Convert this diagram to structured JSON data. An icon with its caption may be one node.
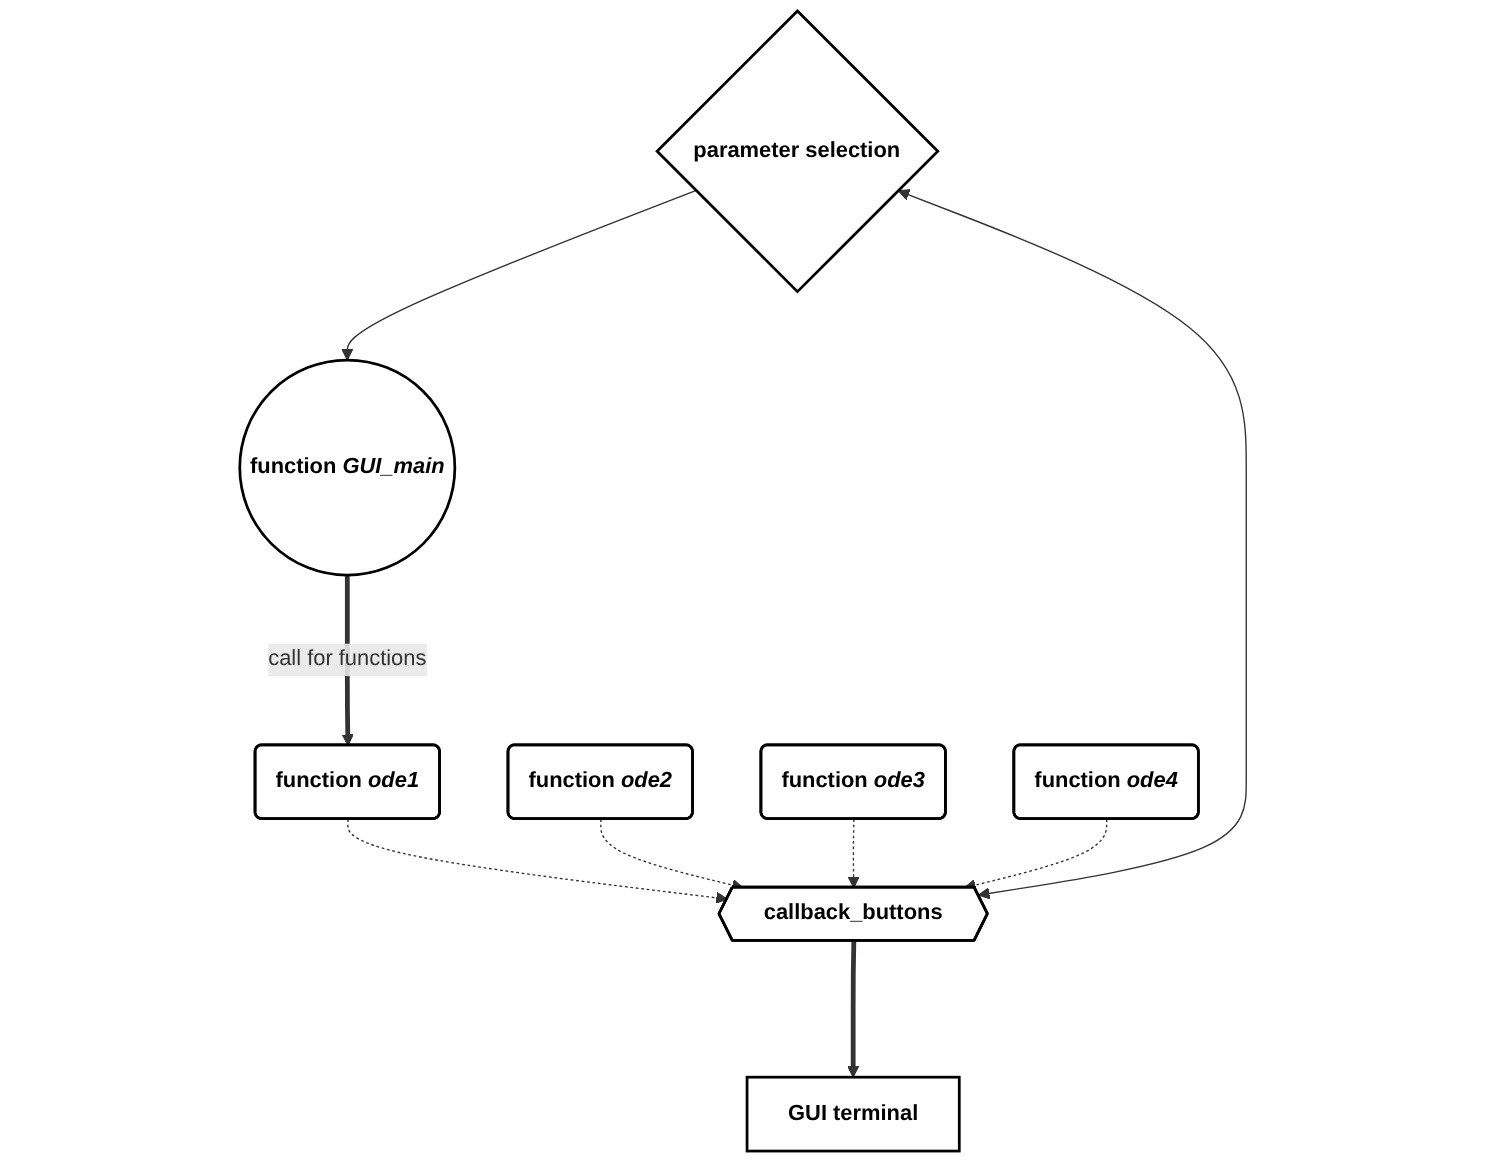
{
  "diagram": {
    "nodes": [
      {
        "text": [
          "function *GUI_main*"
        ]
      },
      {
        "text": [
          "function *ode1*"
        ]
      },
      {
        "text": [
          "function *ode2*"
        ]
      },
      {
        "text": [
          "function *ode3*"
        ]
      },
      {
        "text": [
          "function *ode4*"
        ]
      },
      {
        "text": [
          "parameter selection"
        ]
      },
      {
        "text": [
          "callback_buttons"
        ]
      },
      {
        "text": [
          "GUI terminal"
        ]
      }
    ],
    "edges": [
      {
        "from": 0,
        "to": 1,
        "arrow": "to",
        "label": "call for functions",
        "style": "thick"
      },
      {
        "from": 1,
        "to": 6,
        "arrow": "to",
        "style": "dashed"
      },
      {
        "from": 2,
        "to": 6,
        "arrow": "to",
        "style": "dashed"
      },
      {
        "from": 3,
        "to": 6,
        "arrow": "to",
        "style": "dashed"
      },
      {
        "from": 4,
        "to": 6,
        "arrow": "to",
        "style": "dashed"
      },
      {
        "from": 5,
        "to": 0,
        "arrow": "to"
      },
      {
        "from": 5,
        "to": 6,
        "arrow": "both"
      },
      {
        "from": 6,
        "to": 7,
        "arrow": "to",
        "style": "thick"
      }
    ]
  }
}
